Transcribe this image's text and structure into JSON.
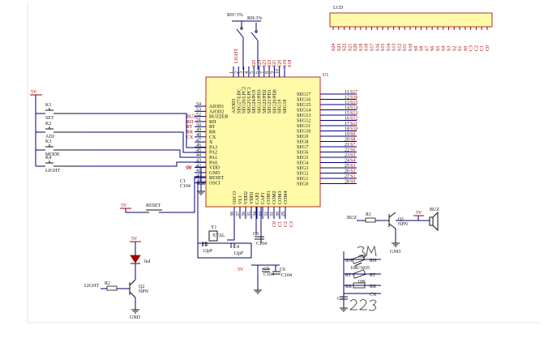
{
  "colors": {
    "paper": "#ffffff",
    "chip_fill": "#fffaa8",
    "chip_stroke": "#a00000",
    "wire": "#00007a",
    "label_red": "#a00000",
    "text": "#111111",
    "lcd_fill": "#fffaa8"
  },
  "lcd": {
    "title": "LCD"
  },
  "u1": {
    "ref": "U1"
  },
  "net": {
    "v5": "5V"
  },
  "top_switch": {
    "label_left": "RH+3%",
    "label_right": "RH-3%",
    "net": "LIGHT"
  },
  "buttons": [
    {
      "ref": "K1",
      "net": "SET"
    },
    {
      "ref": "K2",
      "net": "ADJ"
    },
    {
      "ref": "K3",
      "net": "MODE"
    },
    {
      "ref": "K4",
      "net": "LIGHT"
    }
  ],
  "left_pins": [
    {
      "num": "54",
      "name": "AJOD1",
      "net": ""
    },
    {
      "num": "53",
      "name": "AJOD2",
      "net": ""
    },
    {
      "num": "52",
      "name": "BUZZER",
      "net": "BUZ"
    },
    {
      "num": "51",
      "name": "RH",
      "net": "RH"
    },
    {
      "num": "50",
      "name": "RT",
      "net": "RT"
    },
    {
      "num": "49",
      "name": "RR",
      "net": "RR"
    },
    {
      "num": "48",
      "name": "CX",
      "net": "CX"
    },
    {
      "num": "47",
      "name": "X",
      "net": ""
    },
    {
      "num": "46",
      "name": "PA3",
      "net": ""
    },
    {
      "num": "45",
      "name": "PA2",
      "net": ""
    },
    {
      "num": "44",
      "name": "PA1",
      "net": ""
    },
    {
      "num": "43",
      "name": "PA0",
      "net": ""
    },
    {
      "num": "42",
      "name": "VDD",
      "net": "5V"
    },
    {
      "num": "41",
      "name": "GND",
      "net": ""
    },
    {
      "num": "40",
      "name": "RESET",
      "net": ""
    },
    {
      "num": "39",
      "name": "OSCI",
      "net": ""
    }
  ],
  "right_pins": [
    {
      "num": "11",
      "name": "SEG17",
      "net": "S17"
    },
    {
      "num": "12",
      "name": "SEG16",
      "net": "S16"
    },
    {
      "num": "13",
      "name": "SEG15",
      "net": "S15"
    },
    {
      "num": "14",
      "name": "SEG14",
      "net": "S14"
    },
    {
      "num": "15",
      "name": "SEG13",
      "net": "S13"
    },
    {
      "num": "16",
      "name": "SEG12",
      "net": "S12"
    },
    {
      "num": "17",
      "name": "SEG11",
      "net": "S11"
    },
    {
      "num": "18",
      "name": "SEG10",
      "net": "S10"
    },
    {
      "num": "19",
      "name": "SEG9",
      "net": "S9"
    },
    {
      "num": "20",
      "name": "SEG8",
      "net": "S8"
    },
    {
      "num": "21",
      "name": "SEG7",
      "net": "S7"
    },
    {
      "num": "22",
      "name": "SEG6",
      "net": "S6"
    },
    {
      "num": "23",
      "name": "SEG5",
      "net": "S5"
    },
    {
      "num": "24",
      "name": "SEG4",
      "net": "S4"
    },
    {
      "num": "25",
      "name": "SEG3",
      "net": "S3"
    },
    {
      "num": "26",
      "name": "SEG2",
      "net": "S2"
    },
    {
      "num": "27",
      "name": "SEG1",
      "net": "S1"
    },
    {
      "num": "28",
      "name": "SEG0",
      "net": "S0"
    }
  ],
  "top_pins": [
    {
      "num": "1",
      "name": "AJOD3"
    },
    {
      "num": "2",
      "name": "SEG27/LBC"
    },
    {
      "num": "3",
      "name": "SEG26/LPC2"
    },
    {
      "num": "4",
      "name": "SEG25/LPC1"
    },
    {
      "num": "5",
      "name": "SEG24/PC0"
    },
    {
      "num": "6",
      "name": "SEG23/PD3"
    },
    {
      "num": "7",
      "name": "SEG22/PD2"
    },
    {
      "num": "8",
      "name": "SEG21/PD1"
    },
    {
      "num": "9",
      "name": "SEG20/PD0"
    },
    {
      "num": "10",
      "name": "SEG19"
    },
    {
      "num": "",
      "name": "SEG18"
    }
  ],
  "top_nets": [
    "S25",
    "S24",
    "S23",
    "S22",
    "S21",
    "S20",
    "S19",
    "S18"
  ],
  "bottom_pins": [
    {
      "num": "38",
      "name": "OSCO"
    },
    {
      "num": "37",
      "name": "VL1"
    },
    {
      "num": "36",
      "name": "VDD2"
    },
    {
      "num": "35",
      "name": "VDD1"
    },
    {
      "num": "34",
      "name": "CAP2"
    },
    {
      "num": "33",
      "name": "CAP1"
    },
    {
      "num": "32",
      "name": "COM1"
    },
    {
      "num": "31",
      "name": "COM2"
    },
    {
      "num": "30",
      "name": "COM3"
    },
    {
      "num": "29",
      "name": "COM4"
    }
  ],
  "bottom_nets": [
    "C0",
    "C1",
    "C2",
    "C3"
  ],
  "lcd_pins": [
    "S24",
    "S23",
    "S22",
    "S21",
    "S20",
    "S19",
    "S18",
    "S17",
    "S16",
    "S15",
    "S14",
    "S13",
    "S12",
    "S11",
    "S10",
    "S9",
    "S8",
    "S7",
    "S6",
    "S5",
    "S4",
    "S3",
    "S2",
    "S1",
    "S0",
    "C3",
    "C2",
    "C1",
    "C0"
  ],
  "components": {
    "c1": {
      "ref": "C1",
      "value": "C104"
    },
    "reset": {
      "label": "RESET"
    },
    "y1": {
      "ref": "Y1",
      "value": "XTAL"
    },
    "c2": {
      "ref": "C2",
      "value": "12pF"
    },
    "c4": {
      "ref": "C4",
      "value": "12pF"
    },
    "c3": {
      "ref": "C3",
      "value": "C104"
    },
    "c5": {
      "ref": "C5",
      "value": "C104"
    },
    "c6": {
      "ref": "C6",
      "value": "C104"
    },
    "led": {
      "label": "led"
    },
    "r2": {
      "ref": "R2"
    },
    "q2": {
      "ref": "Q2",
      "type": "NPN"
    },
    "light_net": "LIGHT",
    "gnd": "GND",
    "buz": {
      "label": "BUZ"
    },
    "r1": {
      "ref": "R1"
    },
    "q1": {
      "ref": "Q1",
      "type": "NPN"
    },
    "rh": {
      "ref": "RH",
      "value": "3M",
      "net": "RH"
    },
    "rt": {
      "ref": "RT",
      "value": "10K/3435",
      "net": "RT"
    },
    "rr": {
      "ref": "RR",
      "value": "10K",
      "net": "RR"
    },
    "c7": {
      "ref": "C7",
      "net": "CX"
    }
  },
  "handwritten": {
    "rh_value": "3M",
    "c7_value": "223"
  }
}
